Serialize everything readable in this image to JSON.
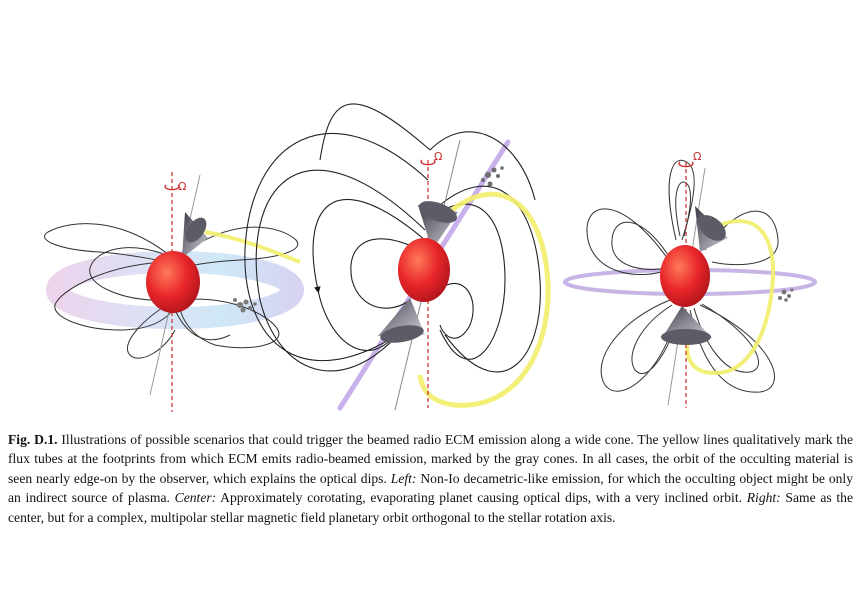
{
  "caption": {
    "label": "Fig. D.1.",
    "text_1": " Illustrations of possible scenarios that could trigger the beamed radio ECM emission along a wide cone. The yellow lines qualitatively mark the flux tubes at the footprints from which ECM emits radio-beamed emission, marked by the gray cones. In all cases, the orbit of the occulting material is seen nearly edge-on by the observer, which explains the optical dips. ",
    "left_label": "Left:",
    "text_2": " Non-Io decametric-like emission, for which the occulting object might be only an indirect source of plasma. ",
    "center_label": "Center:",
    "text_3": " Approximately corotating, evaporating planet causing optical dips, with a very inclined orbit. ",
    "right_label": "Right:",
    "text_4": " Same as the center, but for a complex, multipolar stellar magnetic field planetary orbit orthogonal to the stellar rotation axis."
  },
  "panels": {
    "rotation_symbol": "Ω"
  },
  "colors": {
    "star": "#e8262a",
    "flux_tube": "#f2ee6a",
    "orbit_left": "#b8b4e6",
    "orbit_center": "#b290e2",
    "orbit_right": "#b9a2e0",
    "cone": "#5c5c66",
    "rotation_axis": "#cc2a2a"
  }
}
